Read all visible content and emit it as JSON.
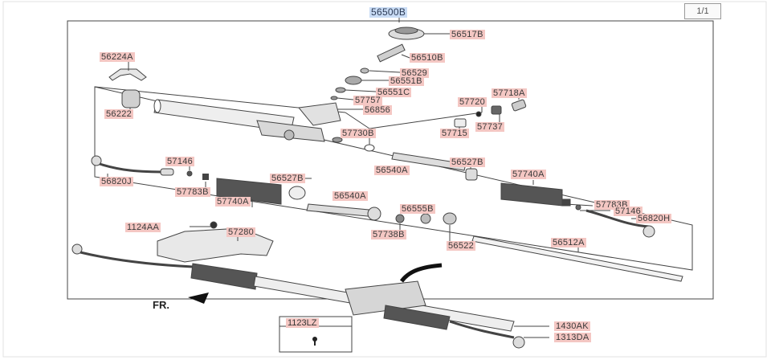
{
  "pager": "1/1",
  "assembly_label": "56500B",
  "direction_label": "FR.",
  "fastener_box_label": "1123LZ",
  "parts": [
    "56517B",
    "56510B",
    "56529",
    "56551B",
    "56551C",
    "57757",
    "56856",
    "57718A",
    "57720",
    "57737",
    "57715",
    "57730B",
    "56224A",
    "56222",
    "57146",
    "56820J",
    "57783B",
    "57740A",
    "56527B",
    "56540A",
    "56527B",
    "57740A",
    "56540A",
    "56555B",
    "57738B",
    "56522",
    "57783B",
    "57146",
    "56820H",
    "1124AA",
    "57280",
    "56512A",
    "1430AK",
    "1313DA"
  ]
}
